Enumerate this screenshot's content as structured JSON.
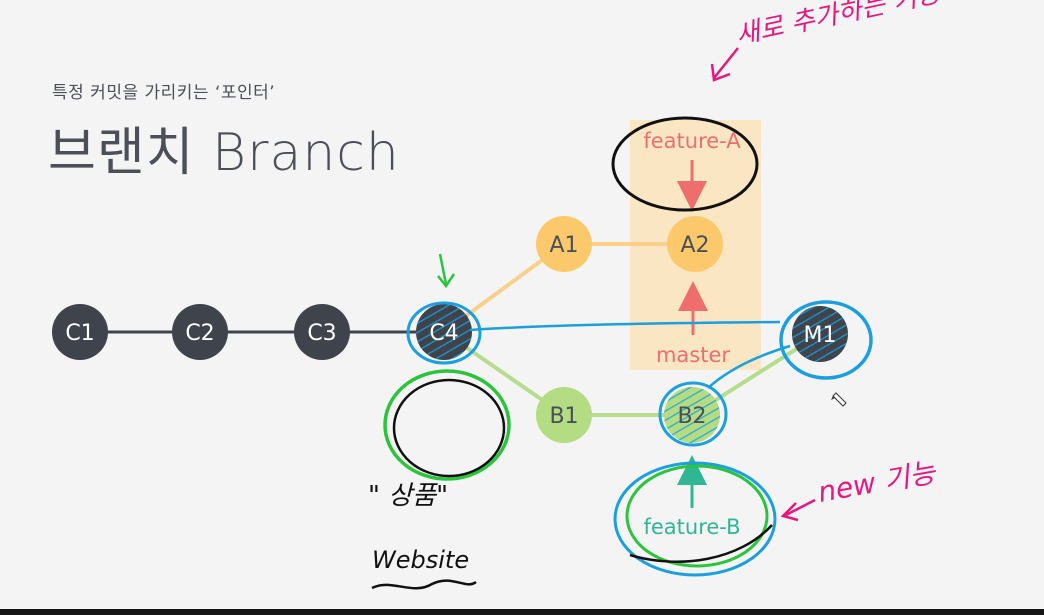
{
  "slide": {
    "subtitle": "특정 커밋을 가리키는 ‘포인터’",
    "title": "브랜치 Branch"
  },
  "colors": {
    "commit_dark": "#3f434c",
    "commit_yellow": "#fbc96b",
    "commit_green": "#b4dc83",
    "line_dark": "#3f434c",
    "line_yellow": "#f8d08a",
    "line_green": "#b6dc8e",
    "pointer_red": "#ee6e6e",
    "pointer_teal": "#2fb693",
    "highlight": "#fbe6c3",
    "annot_blue": "#1b9fe0",
    "annot_green": "#2bc43d",
    "annot_magenta": "#e8177f",
    "annot_black": "#111111"
  },
  "commits": [
    {
      "id": "c1",
      "label": "C1",
      "color": "dark"
    },
    {
      "id": "c2",
      "label": "C2",
      "color": "dark"
    },
    {
      "id": "c3",
      "label": "C3",
      "color": "dark"
    },
    {
      "id": "c4",
      "label": "C4",
      "color": "dark"
    },
    {
      "id": "a1",
      "label": "A1",
      "color": "yellow"
    },
    {
      "id": "a2",
      "label": "A2",
      "color": "yellow"
    },
    {
      "id": "b1",
      "label": "B1",
      "color": "green"
    },
    {
      "id": "b2",
      "label": "B2",
      "color": "green"
    },
    {
      "id": "m1",
      "label": "M1",
      "color": "dark"
    }
  ],
  "branches": {
    "feature_a": "feature-A",
    "master": "master",
    "feature_b": "feature-B"
  },
  "annotations": {
    "top_right_note": "새로 추가하는 기능",
    "right_note": "new 기능",
    "quote_note": "\" 상품\"",
    "website_note": "Website"
  }
}
